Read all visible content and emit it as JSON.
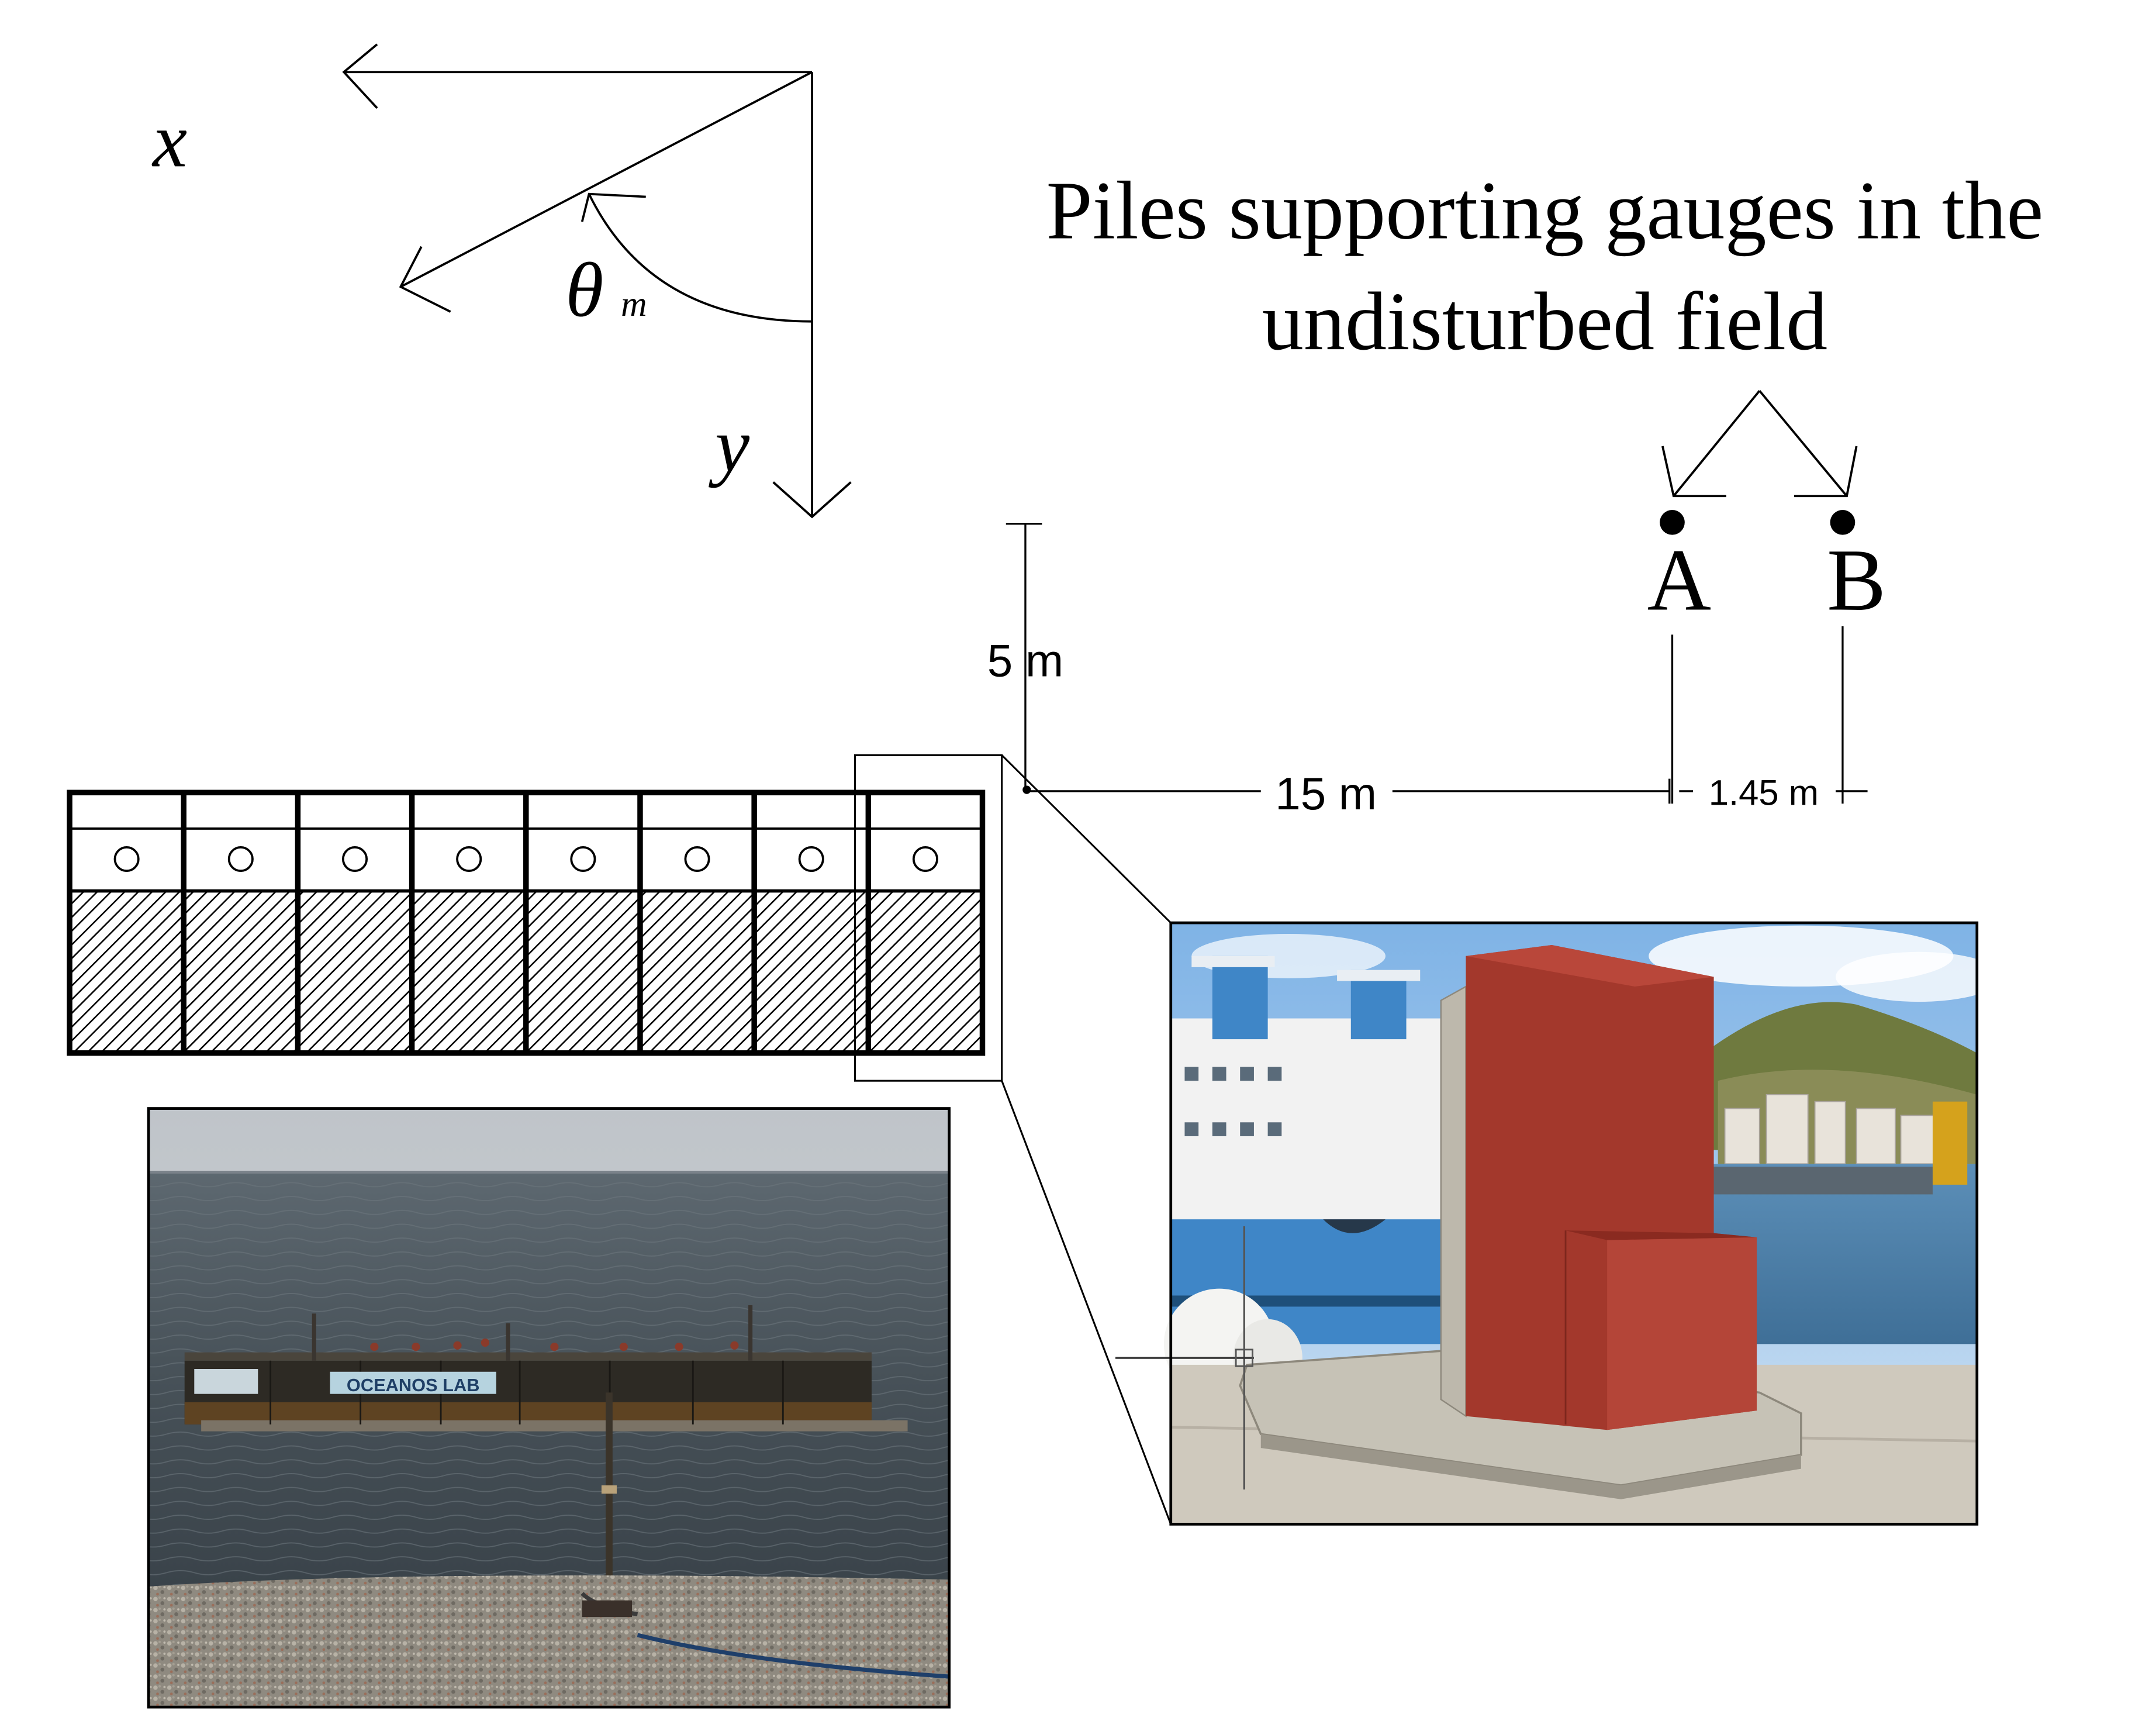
{
  "axes": {
    "x_label": "x",
    "y_label": "y",
    "angle_symbol": "θ",
    "angle_subscript": "m"
  },
  "title": {
    "line1": "Piles supporting gauges in the",
    "line2": "undisturbed field"
  },
  "gauges": {
    "a_label": "A",
    "b_label": "B"
  },
  "dimensions": {
    "offset_label": "5 m",
    "distance_label": "15 m",
    "spacing_label": "1.45 m"
  },
  "breakwater": {
    "caisson_count": 8
  },
  "photos": {
    "field_sign_text": "OCEANOS LAB",
    "colors": {
      "sea": "#4a5560",
      "sky": "#c9cdd2",
      "concrete_block": "#a3382c",
      "ship_blue": "#3f86c7"
    }
  }
}
